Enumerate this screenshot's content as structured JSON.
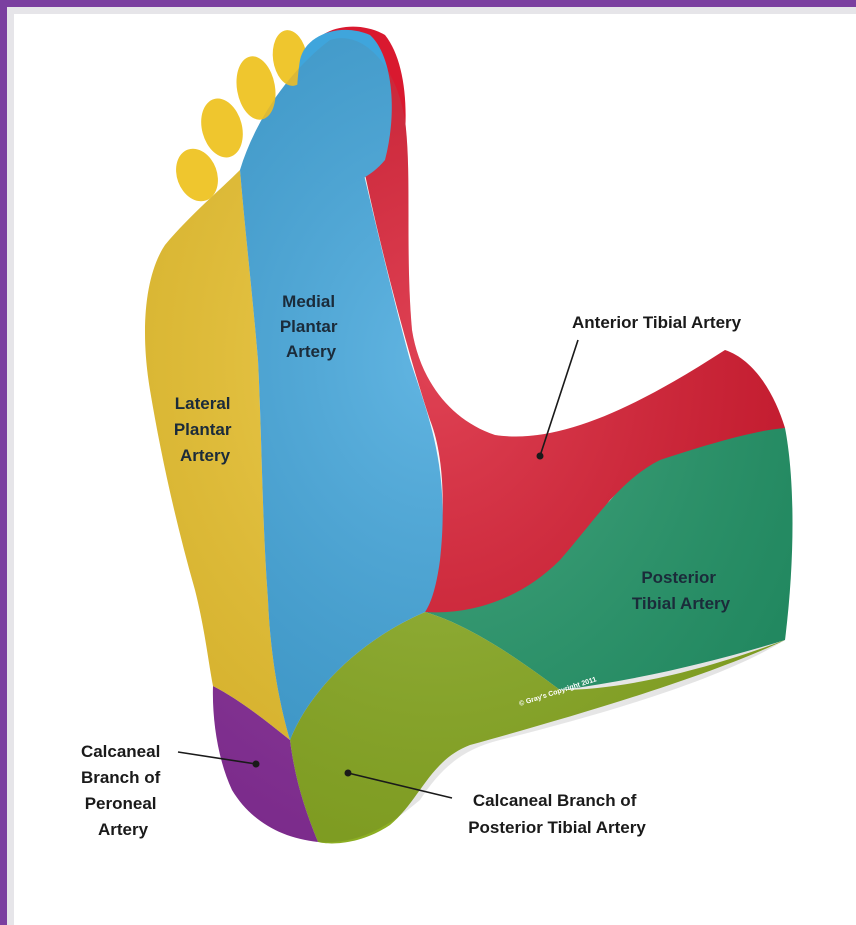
{
  "regions": [
    {
      "key": "lateral",
      "lines": [
        "Lateral",
        "Plantar",
        "Artery"
      ],
      "color": "#efc62e"
    },
    {
      "key": "medial",
      "lines": [
        "Medial",
        "Plantar",
        "Artery"
      ],
      "color": "#3fa5dc"
    },
    {
      "key": "anterior",
      "lines": [
        "Anterior Tibial Artery"
      ],
      "color": "#d9192f"
    },
    {
      "key": "posterior",
      "lines": [
        "Posterior",
        "Tibial Artery"
      ],
      "color": "#23986a"
    },
    {
      "key": "calc_posterior",
      "lines": [
        "Calcaneal Branch of",
        "Posterior Tibial Artery"
      ],
      "color": "#8cae22"
    },
    {
      "key": "calc_peroneal",
      "lines": [
        "Calcaneal",
        "Branch of",
        "Peroneal",
        "Artery"
      ],
      "color": "#8a2e9c"
    }
  ],
  "copyright": "© Gray's Copyright 2011",
  "frame_color": "#7b3fa0"
}
